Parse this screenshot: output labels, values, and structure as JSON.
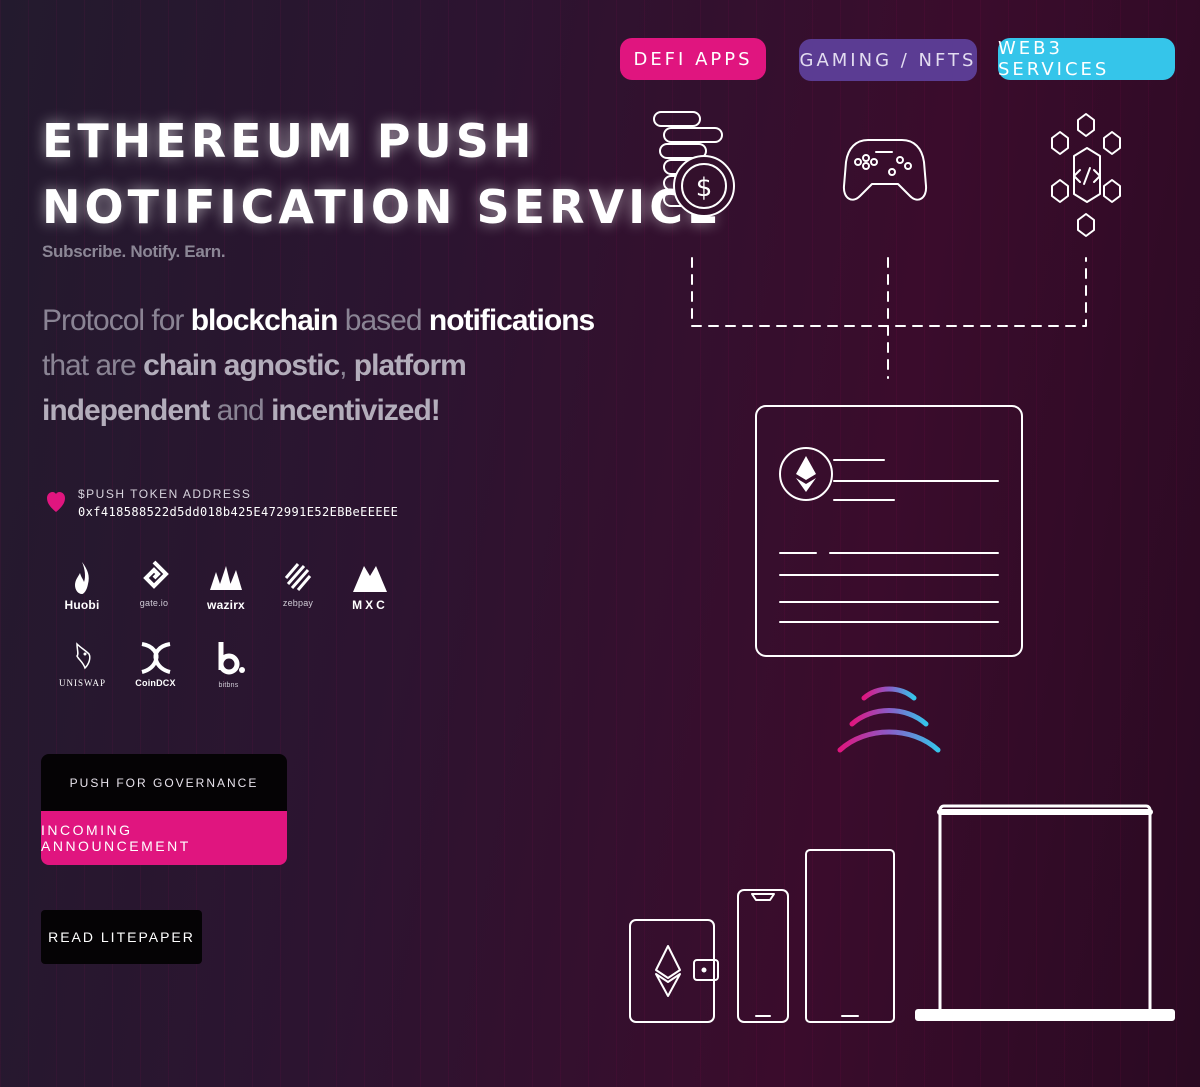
{
  "hero": {
    "title_line1": "ETHEREUM PUSH",
    "title_line2": "NOTIFICATION SERVICE",
    "tagline": "Subscribe. Notify. Earn."
  },
  "protocol": {
    "p1": "Protocol for ",
    "p2": "blockchain",
    "p3": " based ",
    "p4": "notifications",
    "p5": " that are ",
    "p6": "chain agnostic",
    "p7": ", ",
    "p8": "platform independent",
    "p9": " and ",
    "p10": "incentivized!"
  },
  "token": {
    "label": "$PUSH TOKEN ADDRESS",
    "address": "0xf418588522d5dd018b425E472991E52EBBeEEEEE",
    "icon": "heart-icon",
    "color": "#e0157f"
  },
  "exchanges": {
    "row1": [
      "Huobi",
      "gate.io",
      "wazirx",
      "zebpay",
      "MXC"
    ],
    "row2": [
      "UNISWAP",
      "CoinDCX",
      "bitbns"
    ]
  },
  "buttons": {
    "governance": "PUSH FOR GOVERNANCE",
    "announcement": "INCOMING ANNOUNCEMENT",
    "litepaper": "READ LITEPAPER"
  },
  "categories": {
    "defi": "DEFI APPS",
    "gaming": "GAMING / NFTS",
    "web3": "WEB3 SERVICES"
  },
  "colors": {
    "pink": "#e0157f",
    "purple": "#5b3c93",
    "cyan": "#35c5ea"
  }
}
